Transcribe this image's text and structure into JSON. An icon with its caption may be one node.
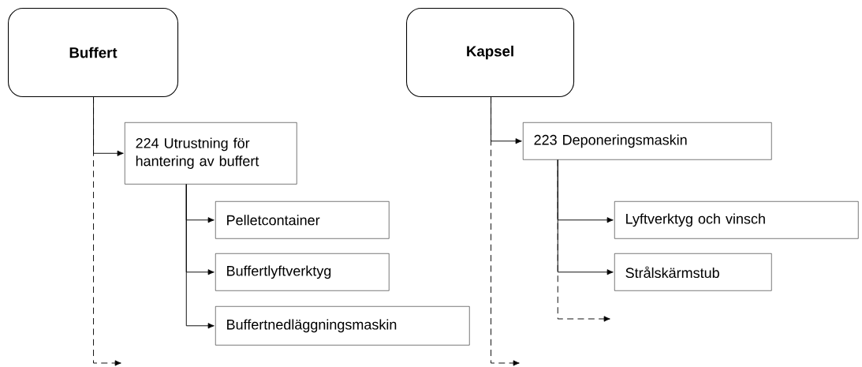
{
  "diagram": {
    "nodes": [
      {
        "text": [
          "Buffert"
        ]
      },
      {
        "text": [
          "224 Utrustning för hantering av buffert"
        ]
      },
      {
        "text": [
          "Pelletcontainer"
        ]
      },
      {
        "text": [
          "Buffertlyftverktyg"
        ]
      },
      {
        "text": [
          "Buffertnedläggningsmaskin"
        ]
      },
      {
        "text": [
          "Kapsel"
        ]
      },
      {
        "text": [
          "223 Deponeringsmaskin"
        ]
      },
      {
        "text": [
          "Lyftverktyg och vinsch"
        ]
      },
      {
        "text": [
          "Strålskärmstub"
        ]
      }
    ],
    "edges": [
      {
        "from": 0,
        "to": 1,
        "arrow": "to"
      },
      {
        "from": 0,
        "to": null,
        "arrow": "to",
        "style": "dashed"
      },
      {
        "from": 1,
        "to": 2,
        "arrow": "to"
      },
      {
        "from": 1,
        "to": 3,
        "arrow": "to"
      },
      {
        "from": 1,
        "to": 4,
        "arrow": "to"
      },
      {
        "from": 5,
        "to": 6,
        "arrow": "to"
      },
      {
        "from": 5,
        "to": null,
        "arrow": "to",
        "style": "dashed"
      },
      {
        "from": 6,
        "to": 7,
        "arrow": "to"
      },
      {
        "from": 6,
        "to": 8,
        "arrow": "to"
      },
      {
        "from": 6,
        "to": null,
        "arrow": "to",
        "style": "dashed"
      }
    ]
  }
}
